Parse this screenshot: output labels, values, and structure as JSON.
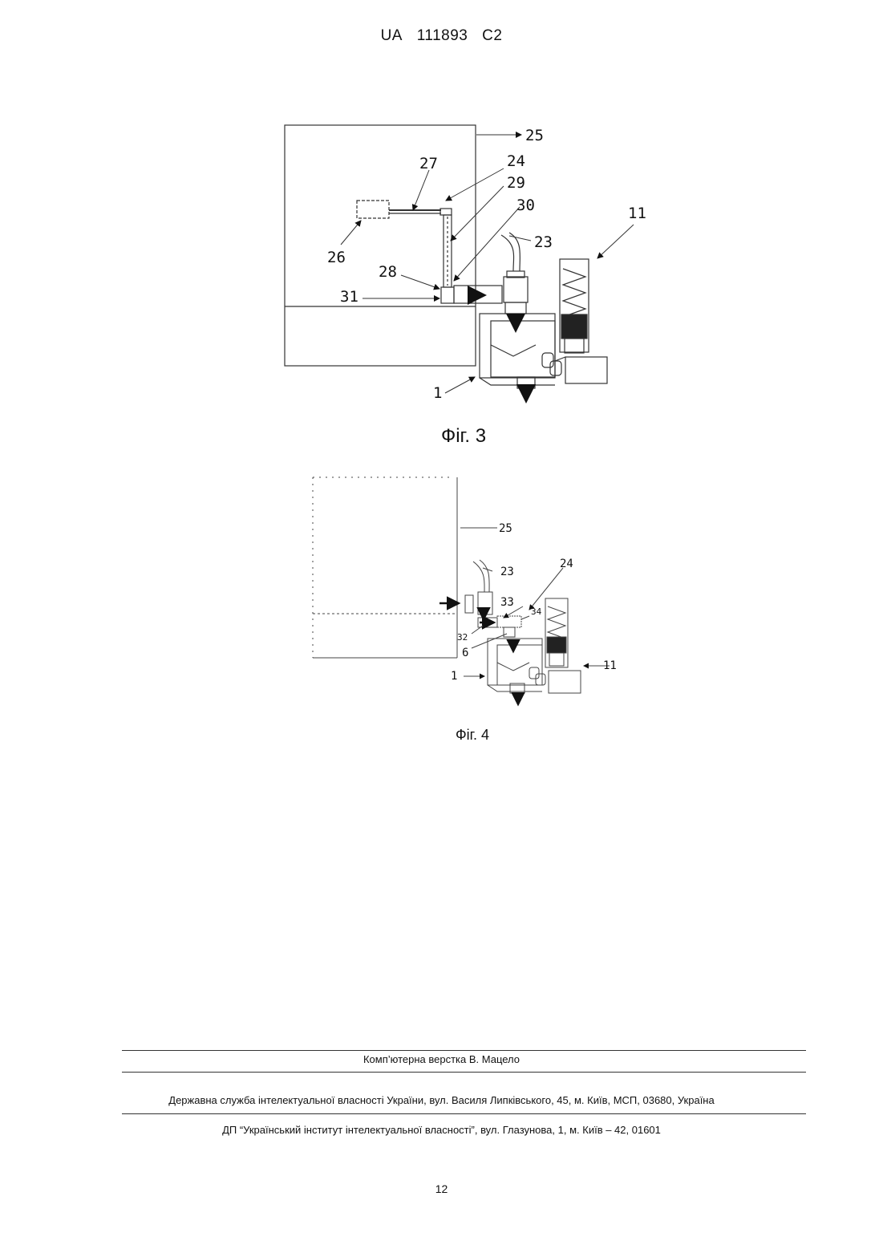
{
  "header": {
    "country": "UA",
    "number": "111893",
    "kind": "C2"
  },
  "figure3": {
    "caption": "Фіг. 3",
    "labels": {
      "l25": "25",
      "l27": "27",
      "l24": "24",
      "l29": "29",
      "l30": "30",
      "l11": "11",
      "l23": "23",
      "l26": "26",
      "l28": "28",
      "l31": "31",
      "l1": "1"
    }
  },
  "figure4": {
    "caption": "Фіг. 4",
    "labels": {
      "l25": "25",
      "l23": "23",
      "l24": "24",
      "l33": "33",
      "l34": "34",
      "l32": "32",
      "l6": "6",
      "l11": "11",
      "l1": "1"
    }
  },
  "footer": {
    "layout_credit": "Комп’ютерна верстка В. Мацело",
    "agency": "Державна служба інтелектуальної власності України, вул. Василя Липківського, 45, м. Київ, МСП, 03680, Україна",
    "institute": "ДП “Український інститут інтелектуальної власності”, вул. Глазунова, 1, м. Київ – 42, 01601"
  },
  "page_number": "12"
}
